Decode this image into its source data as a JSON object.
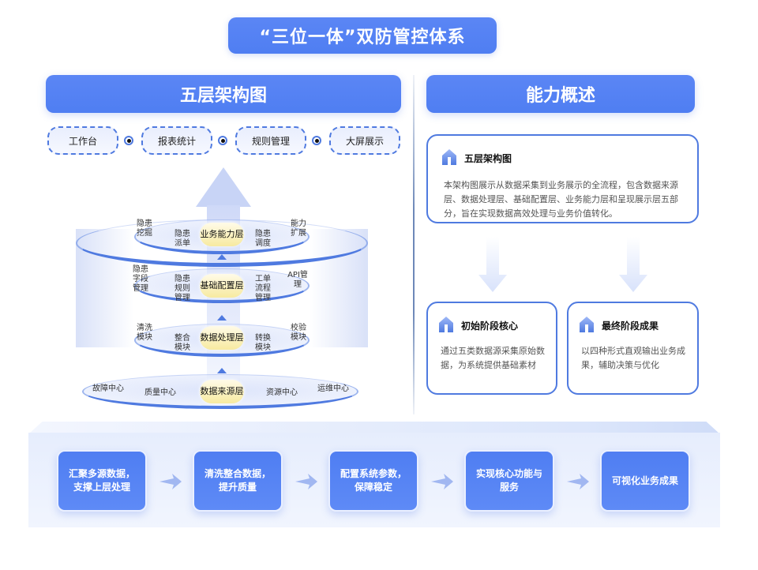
{
  "title": "“三位一体”双防管控体系",
  "left_section": {
    "header": "五层架构图",
    "portals": [
      "工作台",
      "报表统计",
      "规则管理",
      "大屏展示"
    ],
    "layers": [
      {
        "name": "业务能力层",
        "items": [
          "隐患挖掘",
          "隐患派单",
          "隐患调度",
          "能力扩展"
        ]
      },
      {
        "name": "基础配置层",
        "items": [
          "隐患字段管理",
          "隐患规则管理",
          "工单流程管理",
          "API管理"
        ]
      },
      {
        "name": "数据处理层",
        "items": [
          "清洗模块",
          "整合模块",
          "转换模块",
          "校验模块"
        ]
      },
      {
        "name": "数据来源层",
        "items": [
          "故障中心",
          "质量中心",
          "资源中心",
          "运维中心"
        ]
      }
    ]
  },
  "right_section": {
    "header": "能力概述",
    "overview_card": {
      "title": "五层架构图",
      "text": "本架构图展示从数据采集到业务展示的全流程，包含数据来源层、数据处理层、基础配置层、业务能力层和呈现展示层五部分，旨在实现数据高效处理与业务价值转化。"
    },
    "stage_cards": [
      {
        "title": "初始阶段核心",
        "text": "通过五类数据源采集原始数据，为系统提供基础素材"
      },
      {
        "title": "最终阶段成果",
        "text": "以四种形式直观输出业务成果，辅助决策与优化"
      }
    ]
  },
  "flow_steps": [
    "汇聚多源数据，支撑上层处理",
    "清洗整合数据，提升质量",
    "配置系统参数，保障稳定",
    "实现核心功能与服务",
    "可视化业务成果"
  ],
  "colors": {
    "primary": "#4f7ef2",
    "border": "#4f7ae0",
    "pill": "#f7eaa0"
  }
}
